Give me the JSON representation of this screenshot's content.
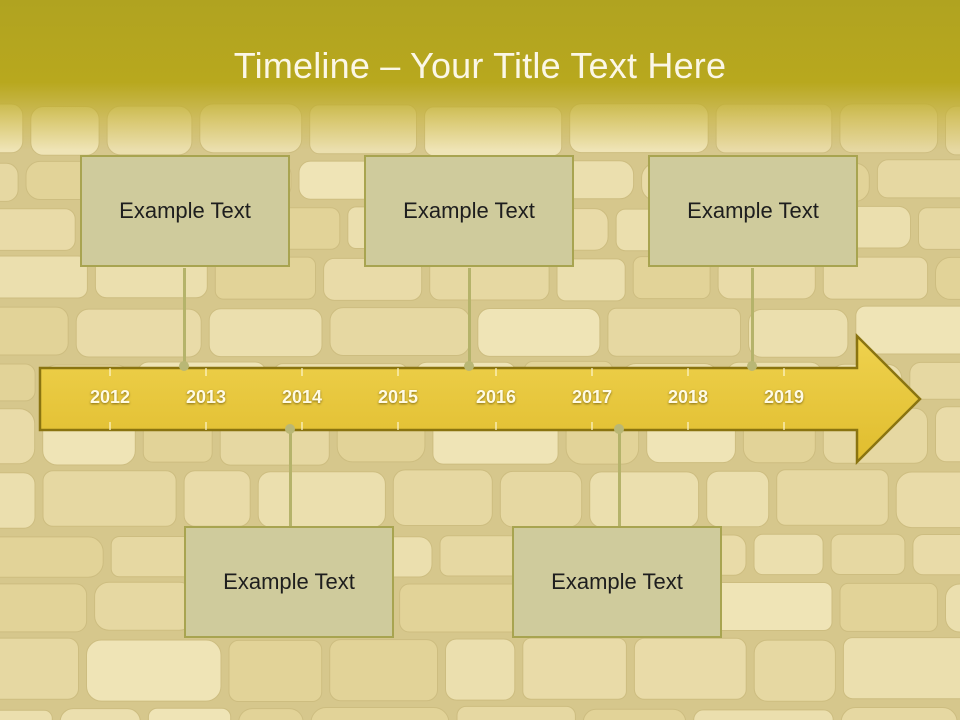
{
  "title": "Timeline – Your Title Text Here",
  "years": [
    "2012",
    "2013",
    "2014",
    "2015",
    "2016",
    "2017",
    "2018",
    "2019"
  ],
  "boxes": [
    {
      "text": "Example Text"
    },
    {
      "text": "Example Text"
    },
    {
      "text": "Example Text"
    },
    {
      "text": "Example Text"
    },
    {
      "text": "Example Text"
    }
  ],
  "colors": {
    "title_band": "#b8a81e",
    "arrow_fill": "#e8c83c",
    "arrow_stroke": "#8a7410",
    "box_fill": "#cfcb9c",
    "box_border": "#a8a450",
    "background": "#e4d7a2"
  }
}
